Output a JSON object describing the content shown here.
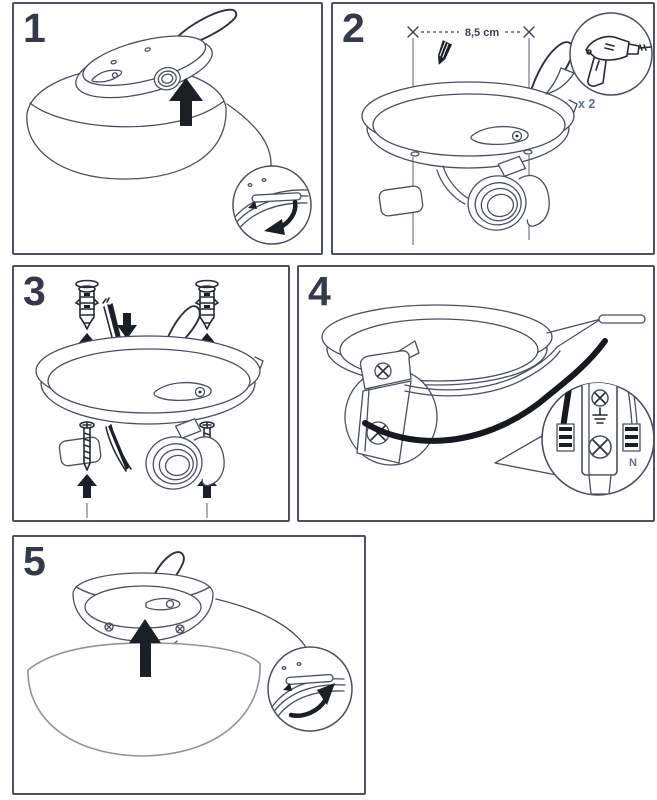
{
  "document_kind": "ceiling-lamp mounting instruction sheet",
  "panels": [
    {
      "id": "step-1",
      "number": "1"
    },
    {
      "id": "step-2",
      "number": "2",
      "dimension_label": "8,5 cm",
      "tool_quantity_label": "x 2"
    },
    {
      "id": "step-3",
      "number": "3"
    },
    {
      "id": "step-4",
      "number": "4",
      "terminal_label_neutral": "N"
    },
    {
      "id": "step-5",
      "number": "5"
    }
  ],
  "icons": {
    "up_arrow": "push/lift direction arrow",
    "down_arrow": "cable feed direction arrow",
    "rotate_ccw_arrow": "twist counter-clockwise to unlock",
    "rotate_cw_arrow": "twist clockwise to lock",
    "pencil": "mark drill points",
    "drill": "power drill (drill two holes)",
    "wall_anchor": "wall plug / anchor",
    "screw": "mounting screw",
    "ground_symbol": "earth/ground terminal",
    "detail_inset": "magnified detail circle"
  },
  "colors": {
    "panel_border": "#4d525c",
    "step_number": "#343a47",
    "line": "#4a505b",
    "dark_line": "#262b33",
    "solid_black": "#1b1f26",
    "label_blue": "#5d7185",
    "dimension_text": "#3a4150",
    "shade_outline": "#8f959e",
    "background": "#ffffff"
  }
}
